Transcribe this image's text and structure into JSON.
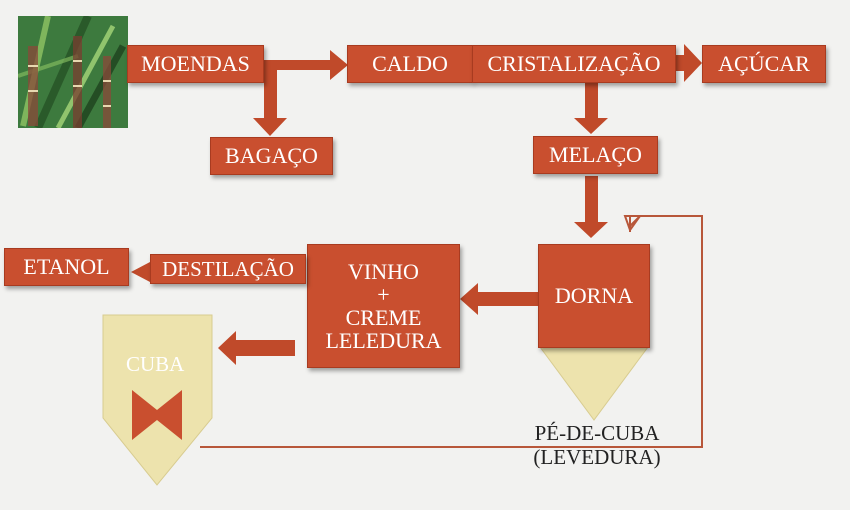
{
  "nodes": {
    "moendas": "MOENDAS",
    "caldo": "CALDO",
    "cristalizacao": "CRISTALIZAÇÃO",
    "acucar": "AÇÚCAR",
    "bagaco": "BAGAÇO",
    "melaco": "MELAÇO",
    "dorna": "DORNA",
    "vinho": "VINHO",
    "plus": "+",
    "creme": "CREME",
    "leledura": "LELEDURA",
    "destilacao": "DESTILAÇÃO",
    "etanol": "ETANOL",
    "cuba": "CUBA",
    "pe_de_cuba": "PÉ-DE-CUBA",
    "levedura": "(LEVEDURA)"
  },
  "colors": {
    "box": "#c94f2f",
    "arrow": "#c04a2a",
    "cone": "#ede3ad",
    "line": "#b8573a"
  },
  "icons": {
    "cane": "sugarcane-photo",
    "valve": "bowtie-valve-icon"
  }
}
